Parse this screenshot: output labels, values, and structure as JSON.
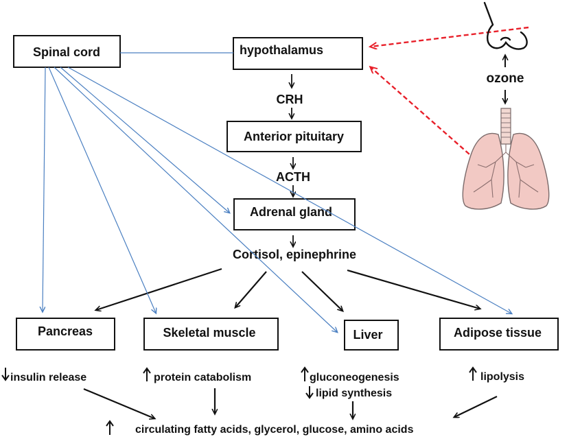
{
  "nodes": {
    "spinal_cord": "Spinal cord",
    "hypothalamus": "hypothalamus",
    "crh": "CRH",
    "anterior_pituitary": "Anterior pituitary",
    "acth": "ACTH",
    "adrenal_gland": "Adrenal gland",
    "cortisol": "Cortisol, epinephrine",
    "ozone": "ozone",
    "pancreas": "Pancreas",
    "skeletal_muscle": "Skeletal muscle",
    "liver": "Liver",
    "adipose": "Adipose tissue"
  },
  "effects": {
    "insulin": "insulin release",
    "protein": "protein catabolism",
    "gluconeogenesis": "gluconeogenesis",
    "lipid": "lipid synthesis",
    "lipolysis": "lipolysis",
    "circulating": "circulating fatty acids, glycerol, glucose, amino acids"
  },
  "colors": {
    "nerve_arrow": "#4a7fc1",
    "sensory_arrow": "#e8202a",
    "lung_fill": "#f2c9c4",
    "lung_stroke": "#7a6a6a"
  },
  "icons": [
    "nose-icon",
    "lungs-icon",
    "up-arrow-icon",
    "down-arrow-icon"
  ]
}
